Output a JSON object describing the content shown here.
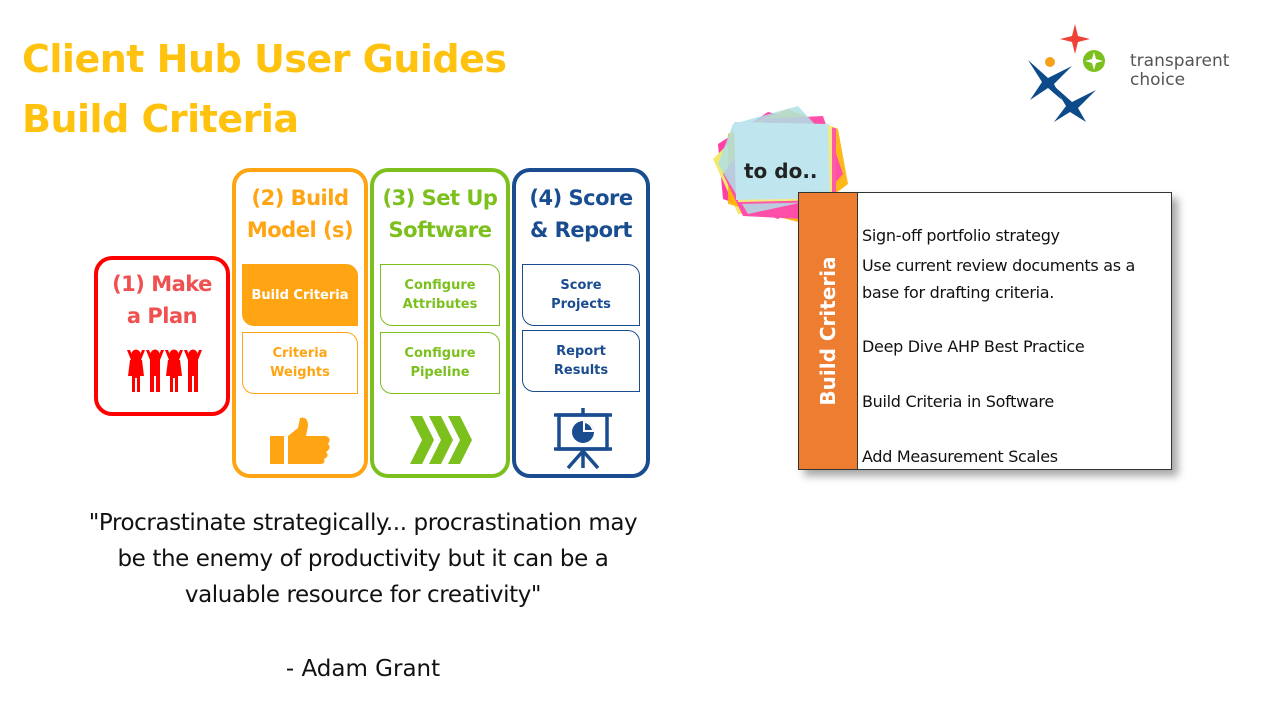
{
  "header": {
    "title_line1": "Client Hub User Guides",
    "title_line2": "Build Criteria"
  },
  "logo": {
    "name_line1": "transparent",
    "name_line2": "choice",
    "colors": {
      "red": "#ef4136",
      "green": "#7cc01e",
      "orange": "#f7a11a",
      "blue": "#0d4a8a"
    }
  },
  "stages": [
    {
      "title_line1": "(1) Make",
      "title_line2": "a Plan",
      "icon": "people-icon",
      "color": "#ff0000"
    },
    {
      "title_line1": "(2) Build",
      "title_line2": "Model (s)",
      "icon": "thumbs-up-icon",
      "color": "#ffa412",
      "steps": [
        {
          "label": "Build Criteria",
          "active": true
        },
        {
          "label_line1": "Criteria",
          "label_line2": "Weights"
        }
      ]
    },
    {
      "title_line1": "(3) Set Up",
      "title_line2": "Software",
      "icon": "chevrons-right-icon",
      "color": "#7cc01e",
      "steps": [
        {
          "label_line1": "Configure",
          "label_line2": "Attributes"
        },
        {
          "label_line1": "Configure",
          "label_line2": "Pipeline"
        }
      ]
    },
    {
      "title_line1": "(4) Score",
      "title_line2": "& Report",
      "icon": "presentation-chart-icon",
      "color": "#1a4d8f",
      "steps": [
        {
          "label_line1": "Score",
          "label_line2": "Projects"
        },
        {
          "label_line1": "Report",
          "label_line2": "Results"
        }
      ]
    }
  ],
  "todo": {
    "sticky_note_label": "to do..",
    "side_label": "Build Criteria",
    "items": [
      "Sign-off portfolio strategy",
      "Use current review documents as a",
      "base for drafting criteria.",
      "Deep Dive AHP Best Practice",
      "Build Criteria in Software",
      "Add Measurement Scales"
    ]
  },
  "quote": {
    "line1": "\"Procrastinate strategically... procrastination may",
    "line2": "be the enemy of productivity but it can be a",
    "line3": "valuable resource for creativity\"",
    "author": "- Adam Grant"
  }
}
